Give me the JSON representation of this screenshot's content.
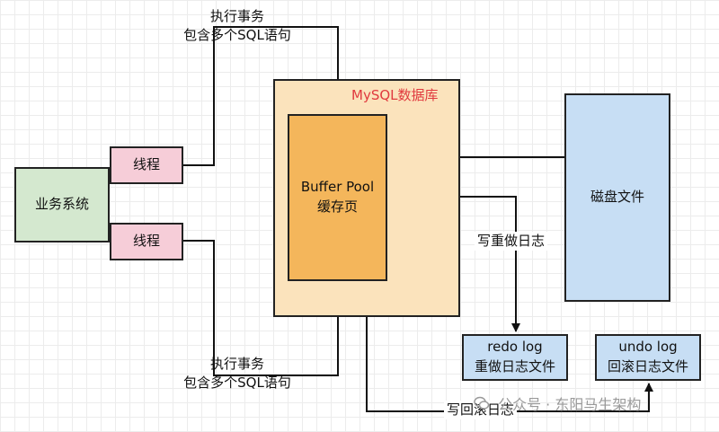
{
  "nodes": {
    "business_system": "业务系统",
    "thread_1": "线程",
    "thread_2": "线程",
    "mysql_title": "MySQL数据库",
    "buffer_pool_line1": "Buffer Pool",
    "buffer_pool_line2": "缓存页",
    "disk_file": "磁盘文件",
    "redo_log_line1": "redo log",
    "redo_log_line2": "重做日志文件",
    "undo_log_line1": "undo log",
    "undo_log_line2": "回滚日志文件"
  },
  "labels": {
    "top_line1": "执行事务",
    "top_line2": "包含多个SQL语句",
    "bottom_line1": "执行事务",
    "bottom_line2": "包含多个SQL语句",
    "write_redo": "写重做日志",
    "write_undo": "写回滚日志"
  },
  "watermark": "公众号 · 东阳马生架构",
  "colors": {
    "business": "#d4e8cf",
    "thread": "#f6cdd8",
    "mysql": "#fbe3bc",
    "buffer_pool": "#f4b65b",
    "file": "#c7def4",
    "mysql_title": "#e0393e"
  }
}
